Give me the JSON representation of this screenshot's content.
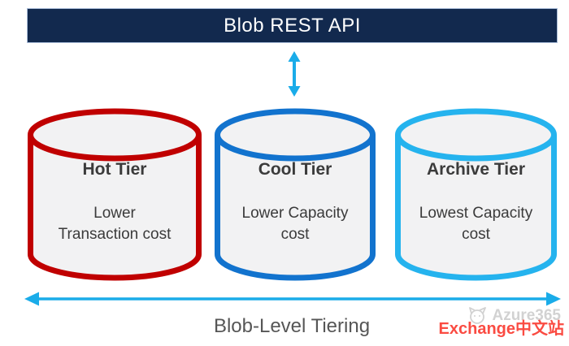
{
  "colors": {
    "header_bg": "#12294E",
    "header_border": "#A9BCD8",
    "arrow": "#1AACE9",
    "cylinder_fill": "#F2F2F3",
    "text_dark": "#3B3B3B",
    "footer_text": "#565656",
    "watermark_gray": "#D2D2D2",
    "watermark_red": "#FA4B42"
  },
  "header": {
    "title": "Blob REST API"
  },
  "tiers": [
    {
      "title": "Hot Tier",
      "description": "Lower\nTransaction cost",
      "color": "#C00000"
    },
    {
      "title": "Cool Tier",
      "description": "Lower Capacity\ncost",
      "color": "#1273CE"
    },
    {
      "title": "Archive Tier",
      "description": "Lowest Capacity\ncost",
      "color": "#25B3EE"
    }
  ],
  "footer": {
    "label": "Blob-Level Tiering"
  },
  "watermark": {
    "brand": "Azure365",
    "site": "Exchange中文站"
  }
}
